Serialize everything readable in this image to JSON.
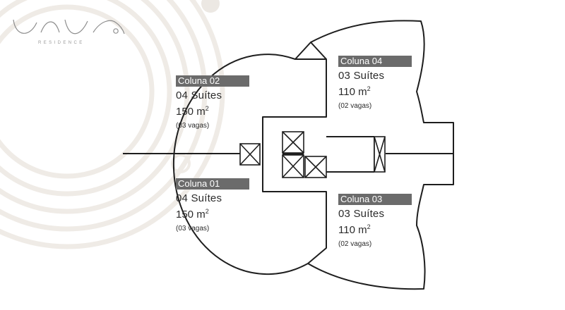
{
  "logo": {
    "wordmark": "una",
    "subtitle": "RESIDENCE"
  },
  "colors": {
    "line": "#1e1e1e",
    "tag_bg": "#6b6b6b",
    "tag_text": "#ffffff",
    "decor_rings": "#efebe6"
  },
  "columns": [
    {
      "id": "coluna-02",
      "label": "Coluna 02",
      "suites": "04  Suítes",
      "area_value": "150 m",
      "area_unit_sup": "2",
      "parking": "(03 vagas)"
    },
    {
      "id": "coluna-01",
      "label": "Coluna 01",
      "suites": "04  Suítes",
      "area_value": "150 m",
      "area_unit_sup": "2",
      "parking": "(03 vagas)"
    },
    {
      "id": "coluna-04",
      "label": "Coluna 04",
      "suites": "03  Suítes",
      "area_value": "110 m",
      "area_unit_sup": "2",
      "parking": "(02 vagas)"
    },
    {
      "id": "coluna-03",
      "label": "Coluna 03",
      "suites": "03  Suítes",
      "area_value": "110 m",
      "area_unit_sup": "2",
      "parking": "(02 vagas)"
    }
  ]
}
